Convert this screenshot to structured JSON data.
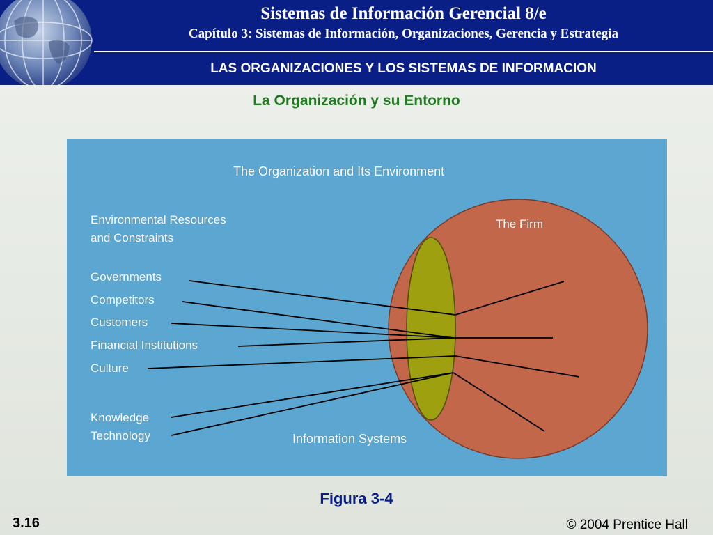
{
  "header": {
    "main_title": "Sistemas de Información Gerencial 8/e",
    "chapter_title": "Capítulo 3: Sistemas de Información, Organizaciones, Gerencia y Estrategia",
    "section_title": "LAS ORGANIZACIONES Y LOS SISTEMAS DE INFORMACION"
  },
  "slide": {
    "subtitle": "La Organización y su Entorno",
    "figure_caption": "Figura 3-4",
    "number": "3.16",
    "copyright": "© 2004 Prentice Hall"
  },
  "diagram": {
    "title": "The Organization and Its Environment",
    "environment_label_line1": "Environmental Resources",
    "environment_label_line2": "and Constraints",
    "items": {
      "governments": "Governments",
      "competitors": "Competitors",
      "customers": "Customers",
      "financial": "Financial Institutions",
      "culture": "Culture",
      "knowledge": "Knowledge",
      "technology": "Technology"
    },
    "firm_label": "The Firm",
    "is_label": "Information Systems",
    "colors": {
      "background": "#5ba7d2",
      "firm": "#c2674a",
      "information_systems": "#9ea010",
      "lines": "#000000",
      "header": "#0a1f86"
    }
  }
}
